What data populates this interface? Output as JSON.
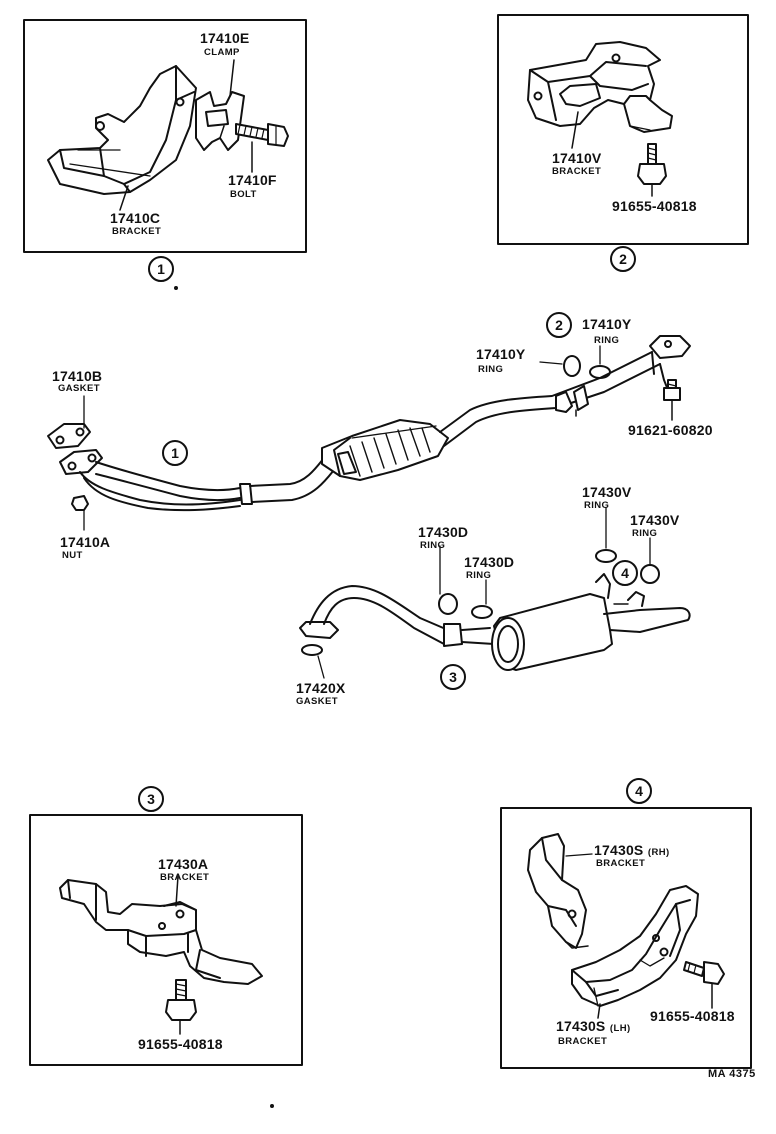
{
  "panel1": {
    "circle": "1",
    "parts": [
      {
        "number": "17410E",
        "desc": "CLAMP"
      },
      {
        "number": "17410F",
        "desc": "BOLT"
      },
      {
        "number": "17410C",
        "desc": "BRACKET"
      }
    ]
  },
  "panel2": {
    "circle": "2",
    "parts": [
      {
        "number": "17410V",
        "desc": "BRACKET"
      },
      {
        "number": "91655-40818",
        "desc": ""
      }
    ]
  },
  "center": {
    "circle1": "1",
    "circle2": "2",
    "circle3": "3",
    "circle4": "4",
    "parts": [
      {
        "number": "17410Y",
        "desc": "RING"
      },
      {
        "number": "17410Y",
        "desc": "RING"
      },
      {
        "number": "17410B",
        "desc": "GASKET"
      },
      {
        "number": "91621-60820",
        "desc": ""
      },
      {
        "number": "17410A",
        "desc": "NUT"
      },
      {
        "number": "17430V",
        "desc": "RING"
      },
      {
        "number": "17430V",
        "desc": "RING"
      },
      {
        "number": "17430D",
        "desc": "RING"
      },
      {
        "number": "17430D",
        "desc": "RING"
      },
      {
        "number": "17420X",
        "desc": "GASKET"
      }
    ]
  },
  "panel3": {
    "circle": "3",
    "parts": [
      {
        "number": "17430A",
        "desc": "BRACKET"
      },
      {
        "number": "91655-40818",
        "desc": ""
      }
    ]
  },
  "panel4": {
    "circle": "4",
    "parts": [
      {
        "number": "17430S",
        "side": "(RH)",
        "desc": "BRACKET"
      },
      {
        "number": "17430S",
        "side": "(LH)",
        "desc": "BRACKET"
      },
      {
        "number": "91655-40818",
        "desc": ""
      }
    ]
  },
  "figure_ref": "MA 4375",
  "colors": {
    "line": "#111111",
    "background": "#ffffff"
  }
}
